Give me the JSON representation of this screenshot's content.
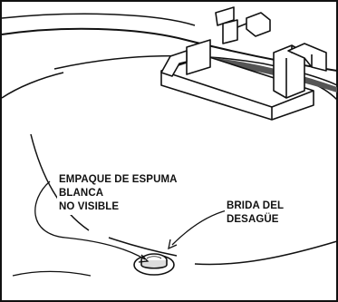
{
  "callouts": {
    "foam_gasket": {
      "line1": "EMPAQUE DE ESPUMA",
      "line2": "BLANCA",
      "line3": "NO VISIBLE"
    },
    "drain_flange": {
      "line1": "BRIDA DEL",
      "line2": "DESAGÜE"
    }
  },
  "colors": {
    "ink": "#111111",
    "background": "#ffffff",
    "shade": "#555555"
  }
}
